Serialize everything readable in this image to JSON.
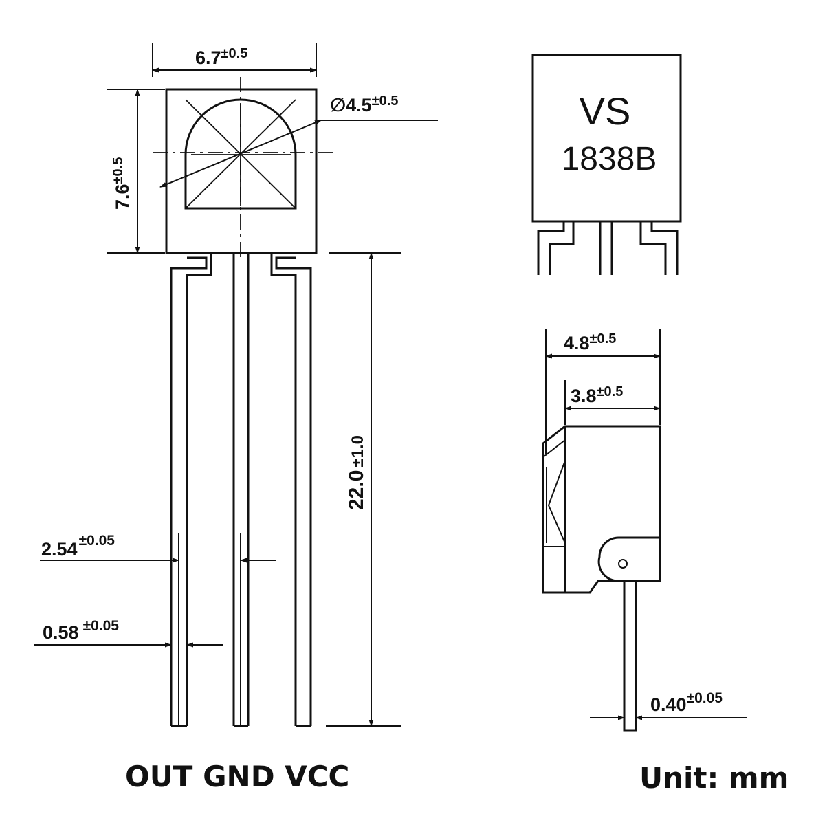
{
  "dimensions": {
    "body_width": "6.7",
    "body_width_tol": "±0.5",
    "body_height": "7.6",
    "body_height_tol": "±0.5",
    "lens_diameter_symbol": "∅",
    "lens_diameter": "4.5",
    "lens_diameter_tol": "±0.5",
    "lead_length": "22.0",
    "lead_length_tol": "±1.0",
    "pitch": "2.54",
    "pitch_tol": "±0.05",
    "lead_width": "0.58",
    "lead_width_tol": "±0.05",
    "side_depth": "4.8",
    "side_depth_tol": "±0.5",
    "side_body_depth": "3.8",
    "side_body_depth_tol": "±0.5",
    "lead_thickness": "0.40",
    "lead_thickness_tol": "±0.05"
  },
  "marking": {
    "line1": "VS",
    "line2": "1838B"
  },
  "pin_labels": "OUT GND VCC",
  "unit_note": "Unit: mm",
  "colors": {
    "ink": "#111111",
    "background": "#ffffff"
  }
}
